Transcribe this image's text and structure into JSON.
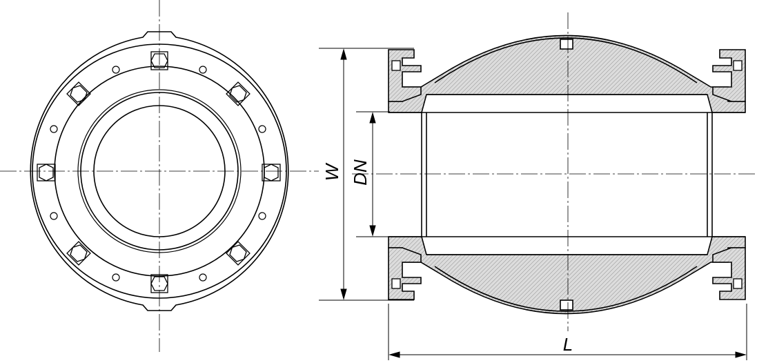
{
  "drawing": {
    "labels": {
      "width": "W",
      "nominal_diameter": "DN",
      "length": "L"
    },
    "colors": {
      "line": "#000000",
      "hatch": "#d9d9d9",
      "background": "#ffffff"
    }
  }
}
